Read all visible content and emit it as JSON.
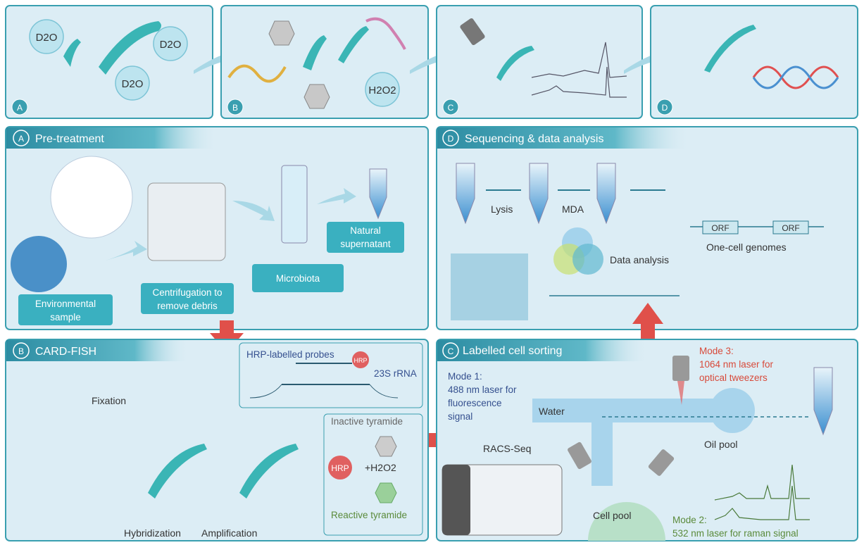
{
  "top_row": {
    "panels": [
      {
        "letter": "A",
        "molecules": [
          "D2O",
          "D2O",
          "D2O"
        ]
      },
      {
        "letter": "B",
        "molecules": [
          "H2O2"
        ]
      },
      {
        "letter": "C"
      },
      {
        "letter": "D"
      }
    ]
  },
  "pretreatment": {
    "letter": "A",
    "title": "Pre-treatment",
    "steps": [
      {
        "label_lines": [
          "Environmental",
          "sample"
        ]
      },
      {
        "label_lines": [
          "Centrifugation to",
          "remove debris"
        ]
      },
      {
        "label_lines": [
          "Microbiota"
        ]
      },
      {
        "label_lines": [
          "Natural",
          "supernatant"
        ]
      }
    ]
  },
  "sequencing": {
    "letter": "D",
    "title": "Sequencing & data analysis",
    "lysis": "Lysis",
    "mda": "MDA",
    "data_analysis": "Data analysis",
    "genomes": "One-cell genomes",
    "orf": [
      "ORF",
      "ORF"
    ]
  },
  "cardfish": {
    "letter": "B",
    "title": "CARD-FISH",
    "fixation": "Fixation",
    "hybridization": "Hybridization",
    "amplification": "Amplification",
    "probes": "HRP-labelled probes",
    "hrp": "HRP",
    "rrna": "23S rRNA",
    "inactive": "Inactive tyramide",
    "h2o2": "+H2O2",
    "reactive": "Reactive tyramide"
  },
  "sorting": {
    "letter": "C",
    "title": "Labelled cell sorting",
    "mode1": [
      "Mode 1:",
      "488 nm laser for",
      "fluorescence",
      "signal"
    ],
    "mode2": [
      "Mode 2:",
      "532 nm laser for raman signal"
    ],
    "mode3": [
      "Mode 3:",
      "1064 nm laser for",
      "optical tweezers"
    ],
    "water": "Water",
    "racs": "RACS-Seq",
    "cell_pool": "Cell pool",
    "oil_pool": "Oil pool"
  },
  "colors": {
    "panel_bg": "#dcedf5",
    "border": "#3a9fb0",
    "header": "#2f8fa3",
    "arrow_red": "#e0504a",
    "mode1": "#35508f",
    "mode2": "#5a8a3a",
    "mode3": "#d84a3a"
  }
}
